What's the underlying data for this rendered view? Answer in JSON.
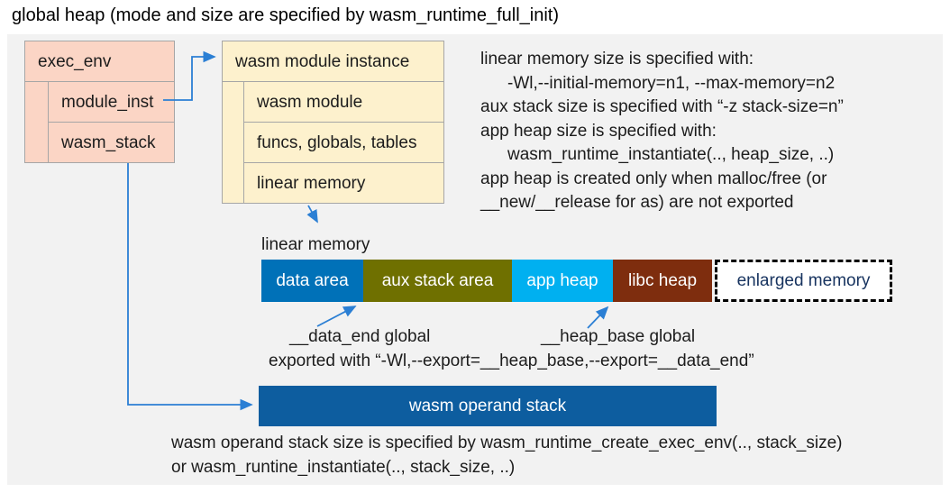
{
  "title": "global heap (mode and size are specified by wasm_runtime_full_init)",
  "colors": {
    "panel_bg": "#f2f2f2",
    "struct_box_fill": "#fbd5c5",
    "struct_box_border": "#a6a6a6",
    "instance_box_fill": "#fdf1cd",
    "arrow_blue": "#2b7fd4",
    "data_area": "#0071b8",
    "aux_stack_area": "#6f7000",
    "app_heap": "#00b0f0",
    "libc_heap": "#7e2d0e",
    "operand_stack_bar": "#0d5d9f",
    "enlarged_memory_text": "#17335f"
  },
  "exec_env": {
    "header": "exec_env",
    "rows": [
      {
        "label": "module_inst"
      },
      {
        "label": "wasm_stack"
      }
    ]
  },
  "module_instance": {
    "header": "wasm module instance",
    "rows": [
      {
        "label": "wasm module"
      },
      {
        "label": "funcs, globals, tables"
      },
      {
        "label": "linear memory"
      }
    ]
  },
  "notes_right": {
    "lines": [
      {
        "text": "linear memory size is specified with:"
      },
      {
        "text": "-Wl,--initial-memory=n1, --max-memory=n2"
      },
      {
        "text": "aux stack size is specified with “-z stack-size=n”"
      },
      {
        "text": "app heap size is specified with:"
      },
      {
        "text": "wasm_runtime_instantiate(.., heap_size, ..)"
      },
      {
        "text": "app heap is created only when malloc/free (or"
      },
      {
        "text": "__new/__release for as) are not exported"
      }
    ]
  },
  "linear_memory": {
    "label": "linear memory",
    "segments": [
      {
        "label": "data area",
        "color": "#0071b8"
      },
      {
        "label": "aux stack area",
        "color": "#6f7000"
      },
      {
        "label": "app heap",
        "color": "#00b0f0"
      },
      {
        "label": "libc heap",
        "color": "#7e2d0e"
      }
    ],
    "enlarged_label": "enlarged memory"
  },
  "annotations": {
    "data_end": "__data_end global",
    "heap_base": "__heap_base global",
    "exported": "exported with “-Wl,--export=__heap_base,--export=__data_end”"
  },
  "operand_stack": {
    "label": "wasm operand stack",
    "note_line1": "wasm operand stack size is specified by wasm_runtime_create_exec_env(.., stack_size)",
    "note_line2": "or wasm_runtine_instantiate(.., stack_size, ..)"
  }
}
